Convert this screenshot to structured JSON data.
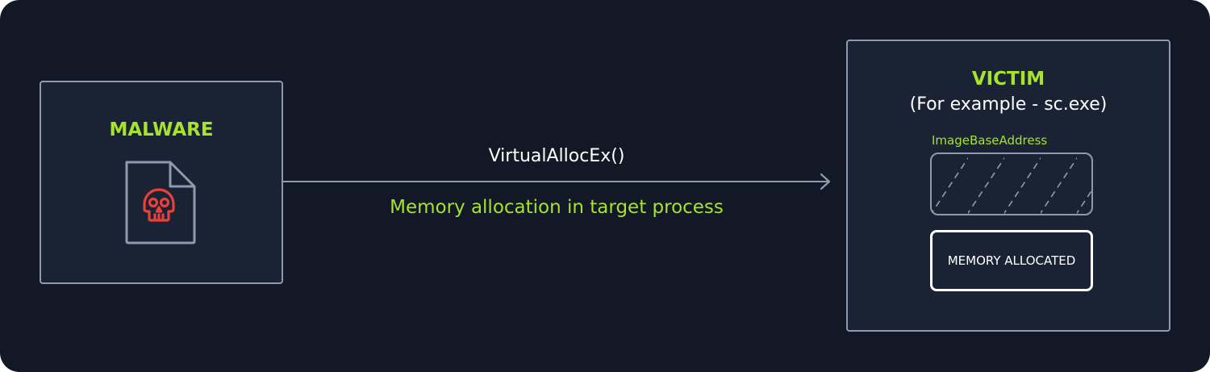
{
  "colors": {
    "background": "#121826",
    "box_fill": "#1a2333",
    "border": "#8f9ab0",
    "accent_green": "#a6e22e",
    "danger_red": "#e8413c",
    "text_white": "#ffffff"
  },
  "malware": {
    "title": "MALWARE",
    "icon": "skull-file-icon"
  },
  "arrow": {
    "call": "VirtualAllocEx()",
    "description": "Memory allocation in target process",
    "icon": "arrow-right-icon"
  },
  "victim": {
    "title": "VICTIM",
    "subtitle": "(For example - sc.exe)",
    "image_base_label": "ImageBaseAddress",
    "memory_label": "MEMORY ALLOCATED"
  }
}
